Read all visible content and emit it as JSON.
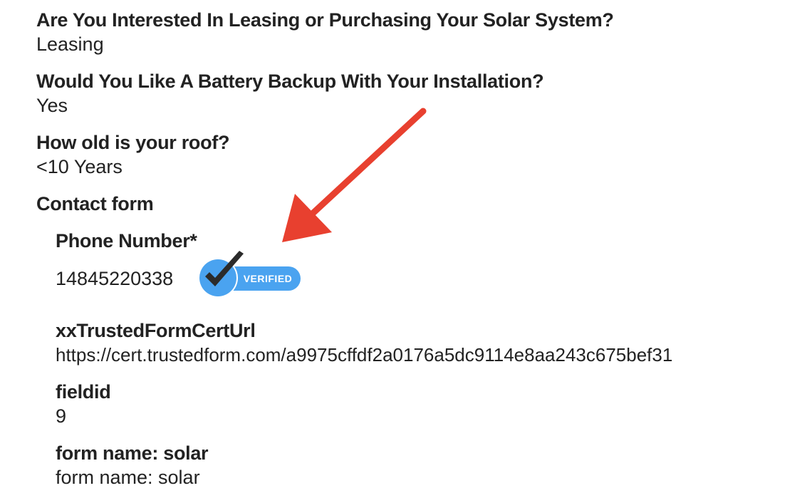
{
  "questions": [
    {
      "label": "Are You Interested In Leasing or Purchasing Your Solar System?",
      "value": "Leasing"
    },
    {
      "label": "Would You Like A Battery Backup With Your Installation?",
      "value": "Yes"
    },
    {
      "label": "How old is your roof?",
      "value": "<10 Years"
    }
  ],
  "contact_form": {
    "title": "Contact form",
    "phone": {
      "label": "Phone Number*",
      "value": "14845220338"
    },
    "badge": {
      "text": "VERIFIED",
      "icon": "checkmark-icon",
      "color": "#4aa3f0"
    },
    "fields": [
      {
        "label": "xxTrustedFormCertUrl",
        "value": "https://cert.trustedform.com/a9975cffdf2a0176a5dc9114e8aa243c675bef31"
      },
      {
        "label": "fieldid",
        "value": "9"
      },
      {
        "label": "form name: solar",
        "value": "form name: solar"
      }
    ]
  },
  "annotation": {
    "arrow_color": "#e8402f",
    "icon": "arrow-icon"
  }
}
